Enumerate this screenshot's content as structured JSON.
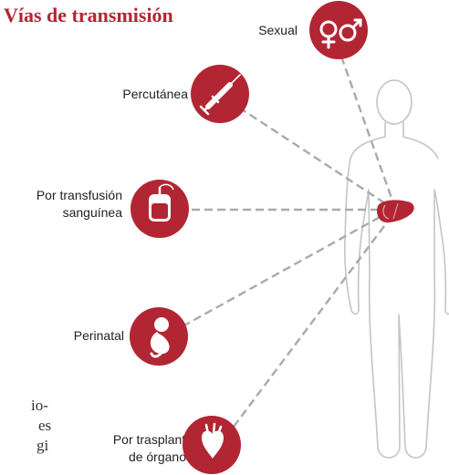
{
  "title": "Vías de transmisión",
  "routes": [
    {
      "id": "sexual",
      "label": "Sexual",
      "icon": "venus-mars-icon"
    },
    {
      "id": "percutanea",
      "label": "Percutánea",
      "icon": "syringe-icon"
    },
    {
      "id": "transfusion",
      "label_lines": [
        "Por transfusión",
        "sanguínea"
      ],
      "icon": "blood-bag-icon"
    },
    {
      "id": "perinatal",
      "label": "Perinatal",
      "icon": "fetus-icon"
    },
    {
      "id": "organos",
      "label_lines": [
        "Por trasplante",
        "de órganos"
      ],
      "icon": "heart-organ-icon"
    }
  ],
  "target": {
    "icon": "liver-icon"
  },
  "cropped_text": [
    "io-",
    "es",
    "gi"
  ],
  "colors": {
    "accent": "#b22634",
    "line": "#aaaaaa",
    "body_outline": "#c4c4c4"
  }
}
